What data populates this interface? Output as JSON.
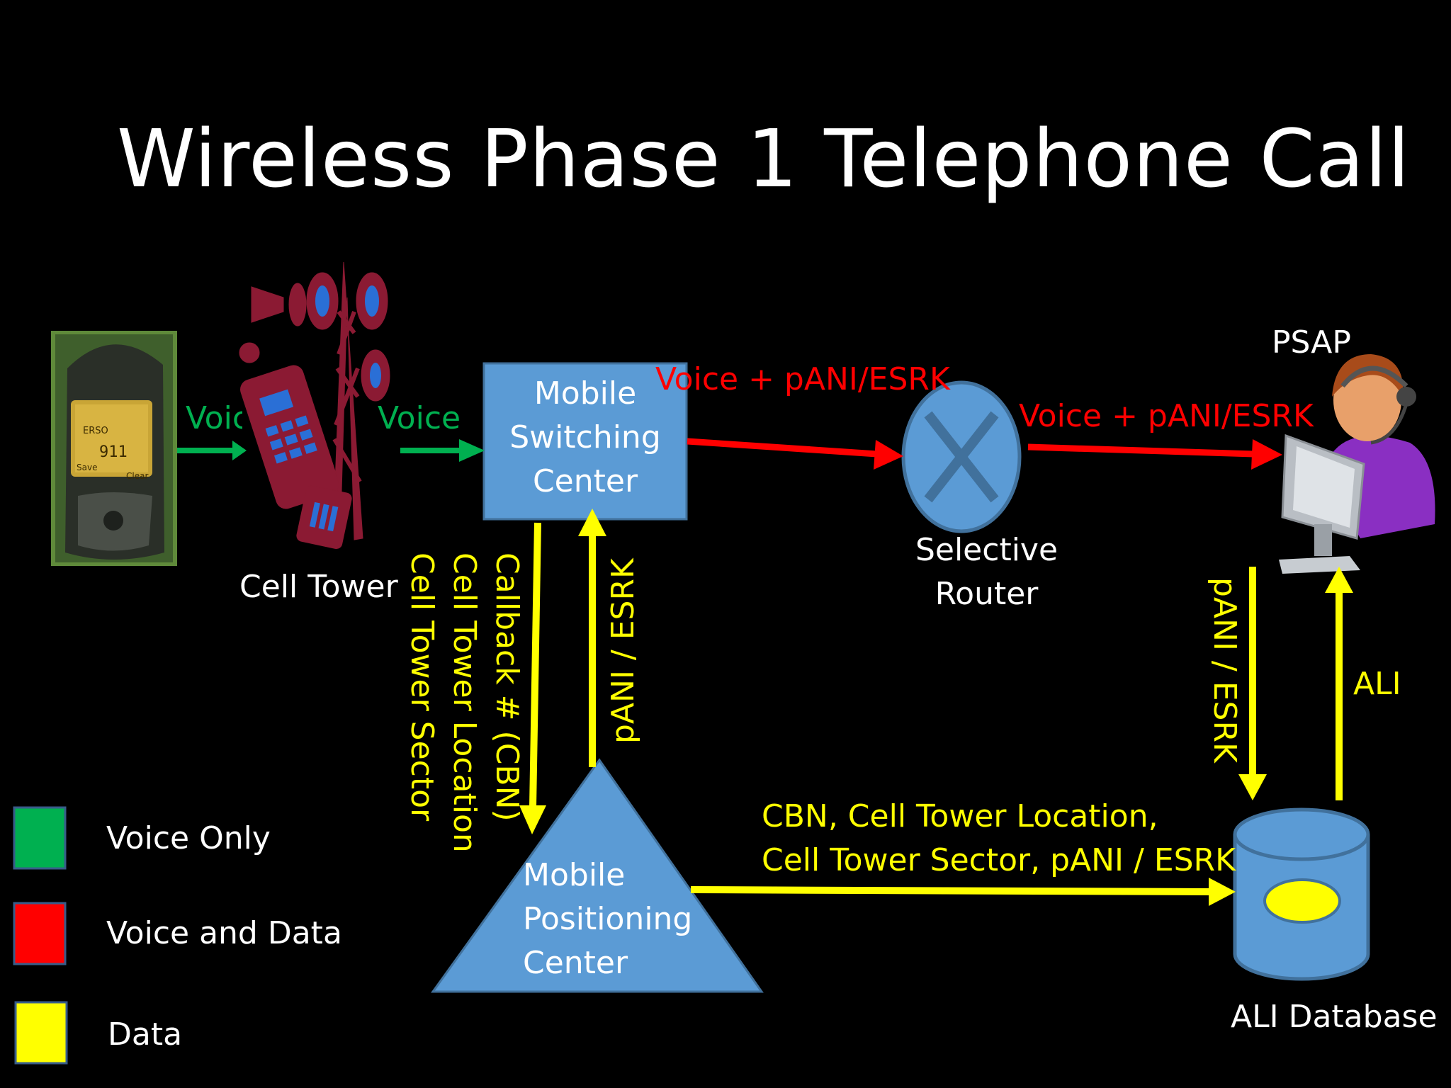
{
  "title": "Wireless Phase 1 Telephone Call",
  "colors": {
    "voice_only": "#00b050",
    "voice_and_data": "#ff0000",
    "data": "#ffff00",
    "node_blue": "#5b9bd5",
    "node_border": "#41719c"
  },
  "nodes": {
    "cell_tower": "Cell Tower",
    "msc": [
      "Mobile",
      "Switching",
      "Center"
    ],
    "selective_router": [
      "Selective",
      "Router"
    ],
    "psap": "PSAP",
    "mpc": [
      "Mobile",
      "Positioning",
      "Center"
    ],
    "ali_database": "ALI Database"
  },
  "flows": {
    "phone_to_tower": "Voic",
    "tower_to_msc": "Voice",
    "msc_to_router": "Voice + pANI/ESRK",
    "router_to_psap": "Voice + pANI/ESRK",
    "msc_to_mpc": [
      "Callback # (CBN)",
      "Cell Tower Location",
      "Cell Tower Sector"
    ],
    "mpc_to_msc": "pANI / ESRK",
    "mpc_to_ali": [
      "CBN, Cell Tower Location,",
      "Cell Tower Sector, pANI / ESRK"
    ],
    "psap_to_ali": "pANI / ESRK",
    "ali_to_psap": "ALI"
  },
  "phone_screen": {
    "line1": "ERSO",
    "line2": "911",
    "left_key": "Save",
    "right_key": "Clear"
  },
  "legend": [
    {
      "label": "Voice Only",
      "color": "#00b050"
    },
    {
      "label": "Voice and Data",
      "color": "#ff0000"
    },
    {
      "label": "Data",
      "color": "#ffff00"
    }
  ]
}
